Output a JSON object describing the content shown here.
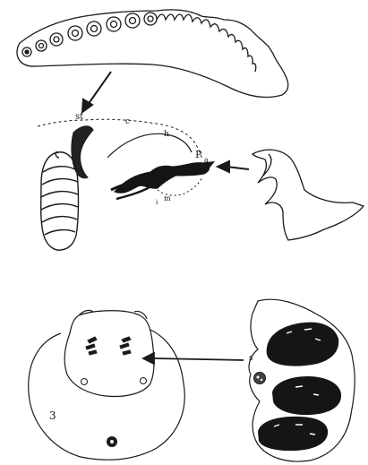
{
  "labels": {
    "st": "st",
    "c": "c",
    "h": "h",
    "pa_main": "P",
    "pa_sub": "a",
    "m": "m",
    "i": "i",
    "s": "s",
    "fig_number": "3"
  },
  "colors": {
    "ink": "#1a1a1a",
    "dark_fill": "#151515",
    "paper": "#ffffff"
  }
}
